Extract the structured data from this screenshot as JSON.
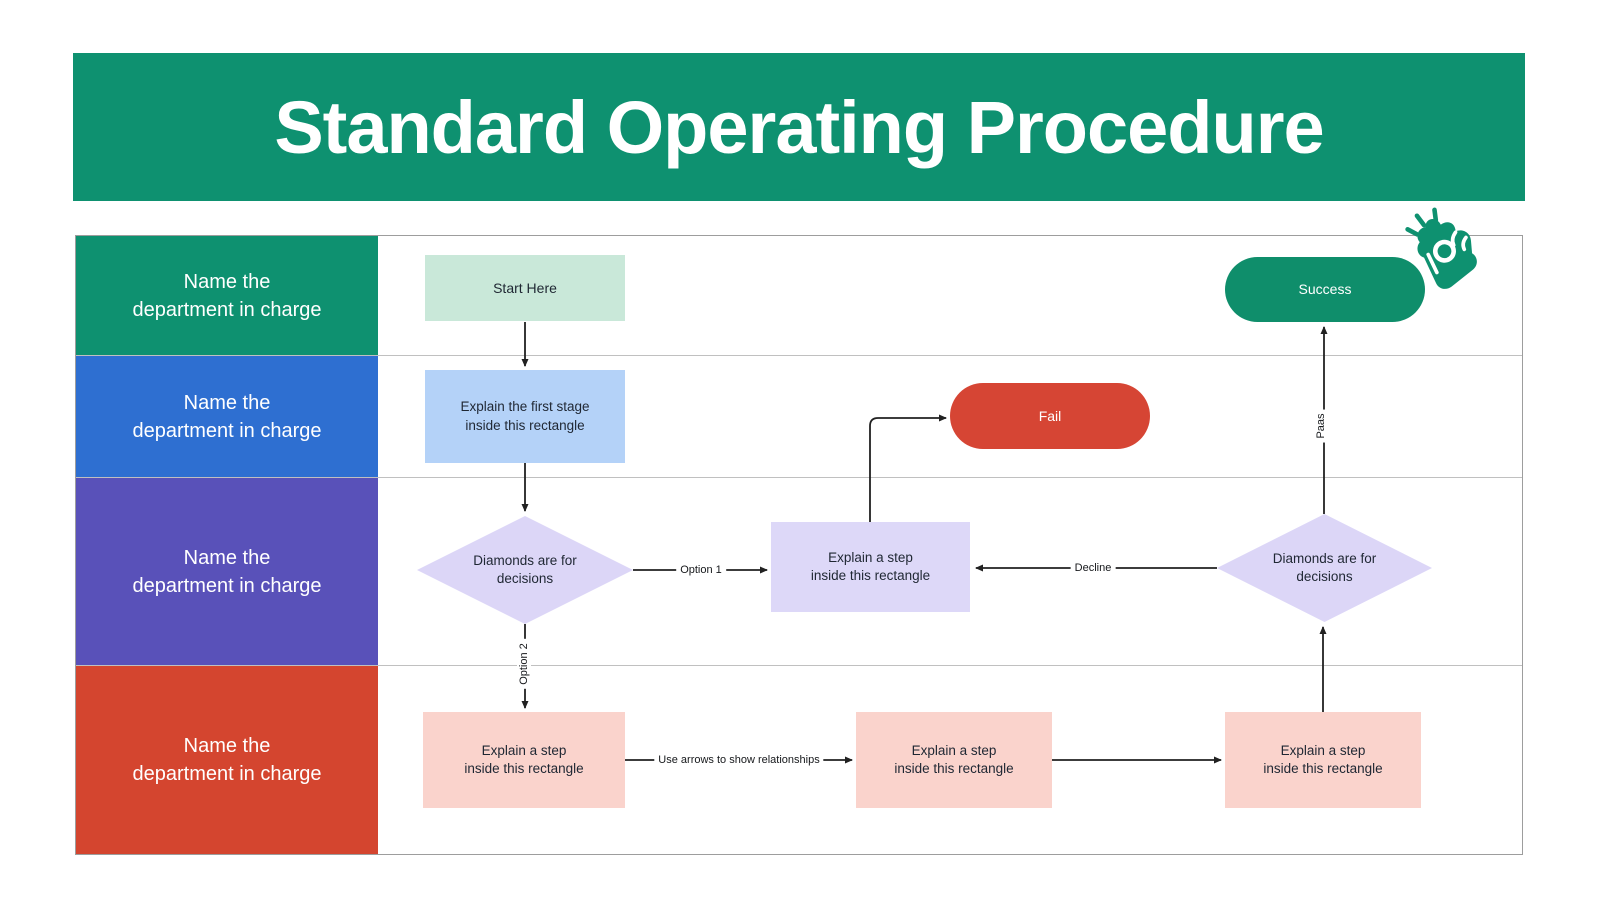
{
  "title": "Standard Operating Procedure",
  "lanes": [
    {
      "line1": "Name the",
      "line2": "department in charge",
      "color": "#0E9170"
    },
    {
      "line1": "Name the",
      "line2": "department in charge",
      "color": "#2E6FD1"
    },
    {
      "line1": "Name the",
      "line2": "department in charge",
      "color": "#5951B9"
    },
    {
      "line1": "Name the",
      "line2": "department in charge",
      "color": "#D4452F"
    }
  ],
  "nodes": {
    "start": {
      "label": "Start Here"
    },
    "first_stage": {
      "line1": "Explain the first stage",
      "line2": "inside this rectangle"
    },
    "decision_left": {
      "line1": "Diamonds are for",
      "line2": "decisions"
    },
    "step_middle": {
      "line1": "Explain a step",
      "line2": "inside this rectangle"
    },
    "fail": {
      "label": "Fail"
    },
    "success": {
      "label": "Success"
    },
    "decision_right": {
      "line1": "Diamonds are for",
      "line2": "decisions"
    },
    "step_bottom_left": {
      "line1": "Explain a step",
      "line2": "inside this rectangle"
    },
    "step_bottom_middle": {
      "line1": "Explain a step",
      "line2": "inside this rectangle"
    },
    "step_bottom_right": {
      "line1": "Explain a step",
      "line2": "inside this rectangle"
    }
  },
  "edge_labels": {
    "option1": "Option 1",
    "option2": "Option 2",
    "decline": "Decline",
    "pass": "Paas",
    "relationships": "Use arrows to show relationships"
  },
  "colors": {
    "banner_green": "#0E9170",
    "lane_blue": "#2E6FD1",
    "lane_purple": "#5951B9",
    "lane_red": "#D4452F",
    "node_mint": "#C9E8D9",
    "node_light_blue": "#B4D2F8",
    "node_lavender": "#DDD8F8",
    "node_pink": "#FAD3CC",
    "pill_fail_red": "#D64534",
    "pill_success_green": "#0F8E6B",
    "icon_green": "#0E9170",
    "arrow_black": "#212121"
  }
}
